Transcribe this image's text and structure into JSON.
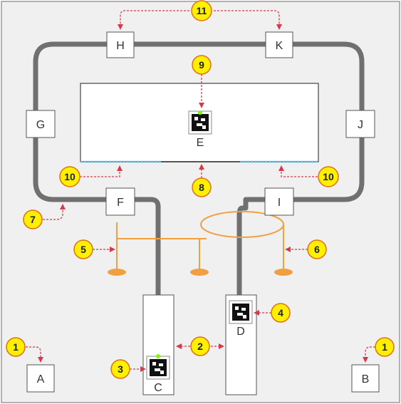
{
  "nodes": {
    "A": "A",
    "B": "B",
    "C": "C",
    "D": "D",
    "E": "E",
    "F": "F",
    "G": "G",
    "H": "H",
    "I": "I",
    "J": "J",
    "K": "K"
  },
  "callouts": {
    "c1": "1",
    "c2": "2",
    "c3": "3",
    "c4": "4",
    "c5": "5",
    "c6": "6",
    "c7": "7",
    "c8": "8",
    "c9": "9",
    "c10": "10",
    "c11": "11"
  },
  "colors": {
    "background": "#f0f0f0",
    "track": "#707070",
    "callout_fill": "#ffef00",
    "callout_stroke": "#e07010",
    "arrow": "#d63a48",
    "barrier": "#f0a040",
    "sensor_line": "#4fc3f7",
    "marker_dot": "#7cfc00"
  }
}
